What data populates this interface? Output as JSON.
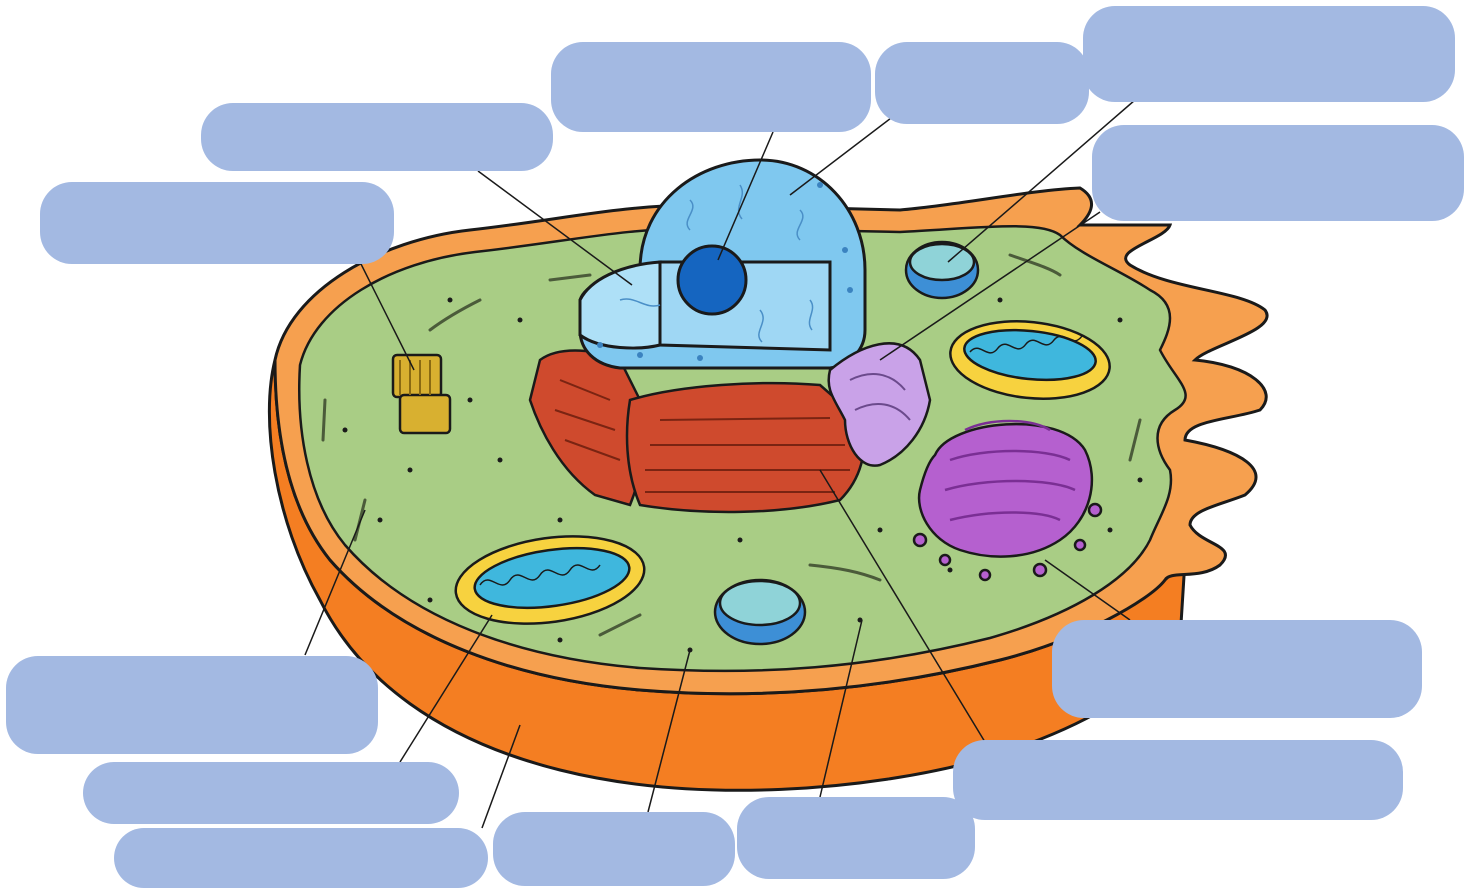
{
  "colors": {
    "label_box": "#a3b9e2",
    "leader_line": "#1a1a1a",
    "outline": "#1a1a1a",
    "membrane_top": "#f6a04f",
    "membrane_side": "#f47e22",
    "cytoplasm": "#a9cd85",
    "nucleus": "#7fc8ef",
    "nucleolus": "#1565c0",
    "rough_er": "#cf4a2d",
    "smooth_er": "#c9a2e8",
    "golgi": "#b560cf",
    "mitochondria_outer": "#f7d23f",
    "mitochondria_inner": "#3fb7dd",
    "lysosome": "#3d8fd6",
    "centrosome": "#d8b030"
  },
  "labels": [
    {
      "id": "label-1",
      "text": ""
    },
    {
      "id": "label-2",
      "text": ""
    },
    {
      "id": "label-3",
      "text": ""
    },
    {
      "id": "label-4",
      "text": ""
    },
    {
      "id": "label-5",
      "text": ""
    },
    {
      "id": "label-6",
      "text": ""
    },
    {
      "id": "label-7",
      "text": ""
    },
    {
      "id": "label-8",
      "text": ""
    },
    {
      "id": "label-9",
      "text": ""
    },
    {
      "id": "label-10",
      "text": ""
    },
    {
      "id": "label-11",
      "text": ""
    },
    {
      "id": "label-12",
      "text": ""
    },
    {
      "id": "label-13",
      "text": ""
    },
    {
      "id": "label-14",
      "text": ""
    }
  ]
}
